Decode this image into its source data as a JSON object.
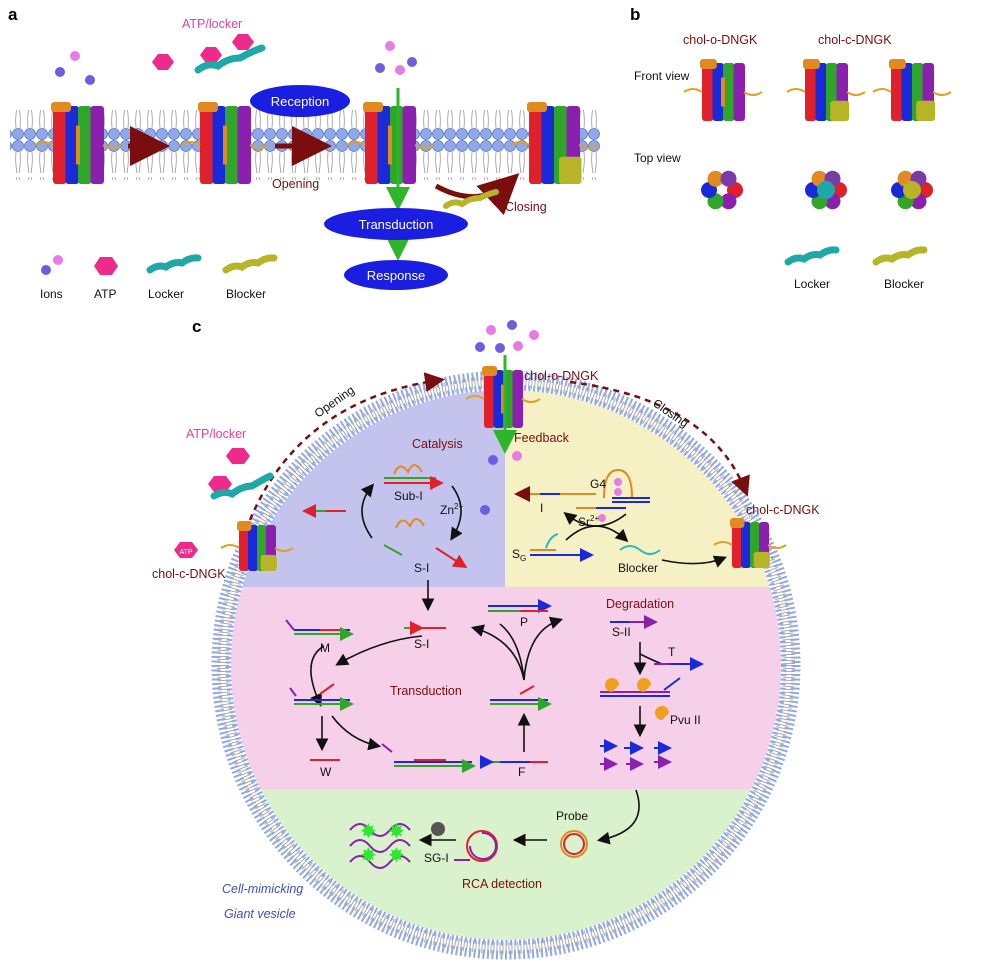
{
  "panels": {
    "a": "a",
    "b": "b",
    "c": "c"
  },
  "panel_a": {
    "atp_locker": "ATP/locker",
    "reception": "Reception",
    "opening": "Opening",
    "closing": "Closing",
    "transduction": "Transduction",
    "response": "Response",
    "legend": {
      "ions": "Ions",
      "atp": "ATP",
      "locker": "Locker",
      "blocker": "Blocker"
    }
  },
  "panel_b": {
    "col_open": "chol-o-DNGK",
    "col_closed": "chol-c-DNGK",
    "front_view": "Front view",
    "top_view": "Top view",
    "locker": "Locker",
    "blocker": "Blocker"
  },
  "panel_c": {
    "opening": "Opening",
    "closing": "Closing",
    "top_channel": "chol-o-DNGK",
    "right_channel": "chol-c-DNGK",
    "left_channel": "chol-c-DNGK",
    "atp_locker": "ATP/locker",
    "atp_tag": "ATP",
    "catalysis": "Catalysis",
    "feedback": "Feedback",
    "sub_i": "Sub-I",
    "zn": "Zn",
    "zn_sup": "2+",
    "s_i_top": "S-I",
    "g4": "G4",
    "i_label": "I",
    "sr": "Sr",
    "sr_sup": "2+",
    "s_g_main": "S",
    "s_g_sub": "G",
    "blocker": "Blocker",
    "m": "M",
    "s_i_mid": "S-I",
    "p": "P",
    "degradation": "Degradation",
    "s_ii": "S-II",
    "t": "T",
    "transduction": "Transduction",
    "pvu": "Pvu II",
    "w": "W",
    "f": "F",
    "probe": "Probe",
    "sg_i": "SG-I",
    "rca": "RCA detection",
    "cell_mimicking": "Cell-mimicking",
    "giant_vesicle": "Giant vesicle"
  },
  "colors": {
    "catalysis_bg": "#c4c3ee",
    "feedback_bg": "#f6f1c4",
    "transduction_bg": "#f6cfe9",
    "detection_bg": "#d9f1cc",
    "ellipse": "#1a1ee0",
    "dark_red": "#7a0e0e",
    "pink": "#e83e9c",
    "green_arrow": "#2fb52a"
  }
}
